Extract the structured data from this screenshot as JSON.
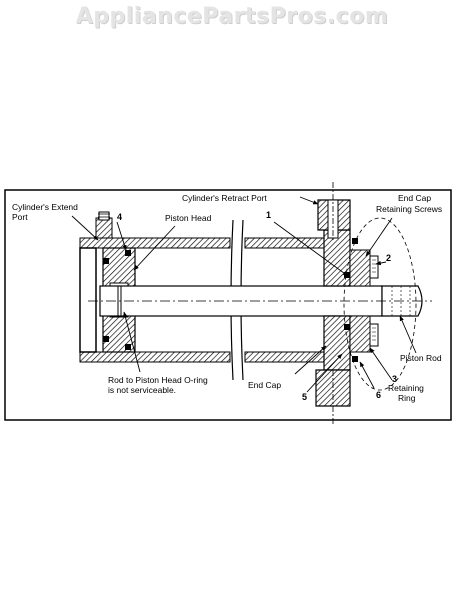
{
  "watermark": "AppliancePartsPros.com",
  "labels": {
    "extend_port_line1": "Cylinder's Extend",
    "extend_port_line2": "Port",
    "retract_port": "Cylinder's Retract Port",
    "piston_head": "Piston Head",
    "end_cap_screws_line1": "End Cap",
    "end_cap_screws_line2": "Retaining Screws",
    "piston_rod": "Piston Rod",
    "end_cap": "End Cap",
    "retaining_ring_line1": "Retaining",
    "retaining_ring_line2": "Ring",
    "oring_note_line1": "Rod to Piston Head O-ring",
    "oring_note_line2": "is not serviceable."
  },
  "callouts": {
    "n1": "1",
    "n2": "2",
    "n3": "3",
    "n4": "4",
    "n5": "5",
    "n6": "6"
  }
}
